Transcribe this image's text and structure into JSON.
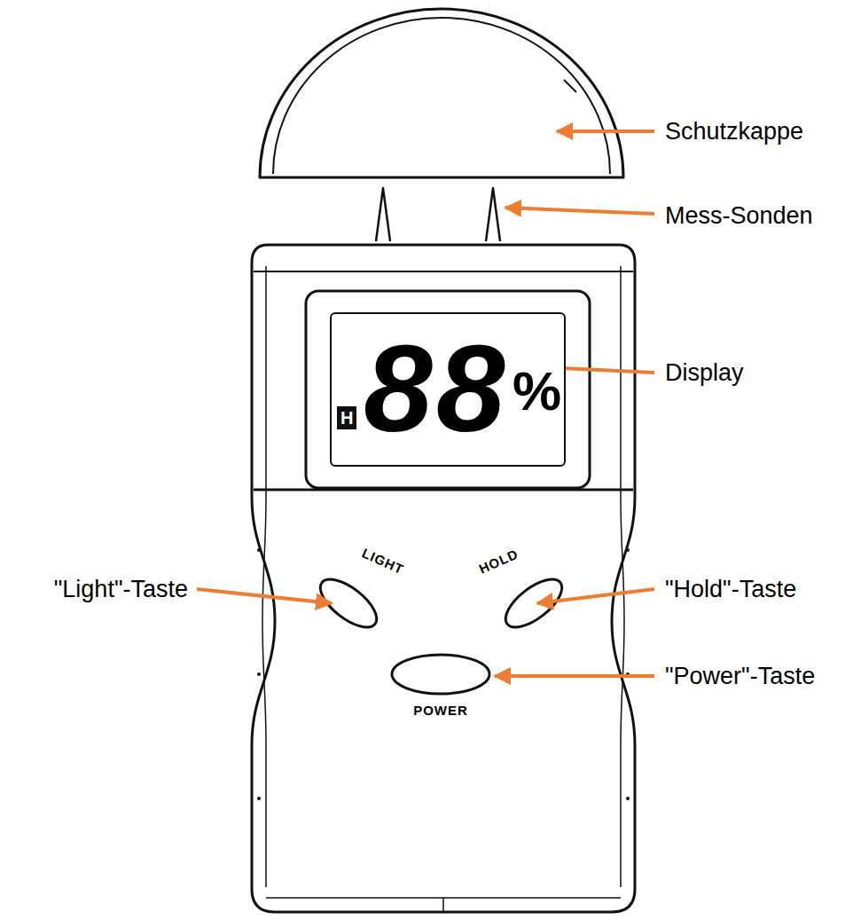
{
  "diagram": {
    "nodes": [
      {
        "text": [
          "H",
          "88",
          "%"
        ]
      }
    ],
    "labels": [
      "Schutzkappe",
      "Mess-Sonden",
      "Display",
      "\"Light\"-Taste",
      "\"Hold\"-Taste",
      "\"Power\"-Taste",
      "LIGHT",
      "HOLD",
      "POWER"
    ]
  }
}
